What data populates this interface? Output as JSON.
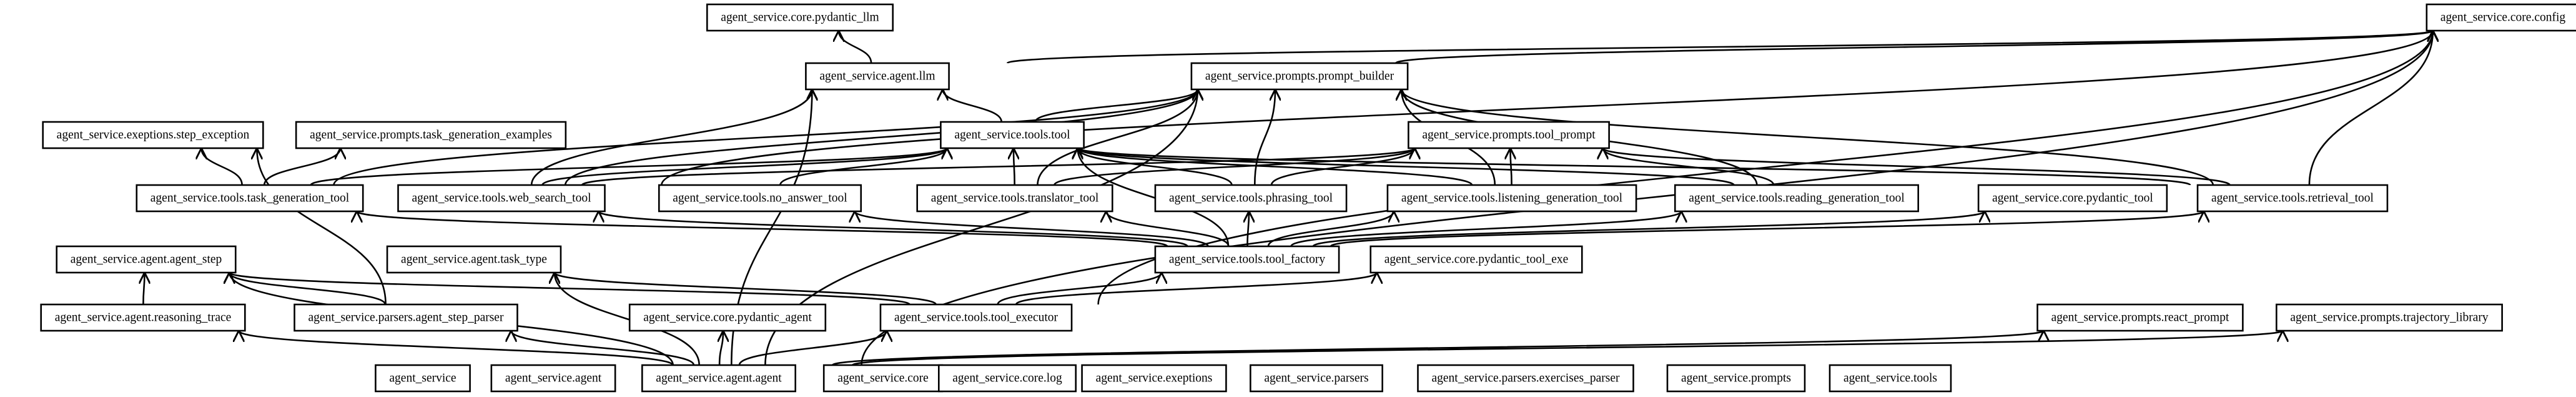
{
  "modules": {
    "agent_service": "agent_service",
    "agent_service_agent": "agent_service.agent",
    "agent_service_agent_agent": "agent_service.agent.agent",
    "agent_service_agent_agent_step": "agent_service.agent.agent_step",
    "agent_service_agent_llm": "agent_service.agent.llm",
    "agent_service_agent_reasoning_trace": "agent_service.agent.reasoning_trace",
    "agent_service_agent_task_type": "agent_service.agent.task_type",
    "agent_service_core": "agent_service.core",
    "agent_service_core_config": "agent_service.core.config",
    "agent_service_core_log": "agent_service.core.log",
    "agent_service_core_pydantic_agent": "agent_service.core.pydantic_agent",
    "agent_service_core_pydantic_llm": "agent_service.core.pydantic_llm",
    "agent_service_core_pydantic_tool": "agent_service.core.pydantic_tool",
    "agent_service_core_pydantic_tool_exe": "agent_service.core.pydantic_tool_exe",
    "agent_service_exeptions": "agent_service.exeptions",
    "agent_service_exeptions_step_exception": "agent_service.exeptions.step_exception",
    "agent_service_parsers": "agent_service.parsers",
    "agent_service_parsers_agent_step_parser": "agent_service.parsers.agent_step_parser",
    "agent_service_parsers_exercises_parser": "agent_service.parsers.exercises_parser",
    "agent_service_prompts": "agent_service.prompts",
    "agent_service_prompts_prompt_builder": "agent_service.prompts.prompt_builder",
    "agent_service_prompts_react_prompt": "agent_service.prompts.react_prompt",
    "agent_service_prompts_task_generation_examples": "agent_service.prompts.task_generation_examples",
    "agent_service_prompts_tool_prompt": "agent_service.prompts.tool_prompt",
    "agent_service_prompts_trajectory_library": "agent_service.prompts.trajectory_library",
    "agent_service_tools": "agent_service.tools",
    "agent_service_tools_listening_generation_tool": "agent_service.tools.listening_generation_tool",
    "agent_service_tools_no_answer_tool": "agent_service.tools.no_answer_tool",
    "agent_service_tools_phrasing_tool": "agent_service.tools.phrasing_tool",
    "agent_service_tools_reading_generation_tool": "agent_service.tools.reading_generation_tool",
    "agent_service_tools_retrieval_tool": "agent_service.tools.retrieval_tool",
    "agent_service_tools_task_generation_tool": "agent_service.tools.task_generation_tool",
    "agent_service_tools_tool": "agent_service.tools.tool",
    "agent_service_tools_tool_executor": "agent_service.tools.tool_executor",
    "agent_service_tools_tool_factory": "agent_service.tools.tool_factory",
    "agent_service_tools_translator_tool": "agent_service.tools.translator_tool",
    "agent_service_tools_web_search_tool": "agent_service.tools.web_search_tool"
  },
  "imports": [
    [
      "agent_service_agent_agent",
      "agent_service_agent_agent_step"
    ],
    [
      "agent_service_agent_agent",
      "agent_service_agent_llm"
    ],
    [
      "agent_service_agent_agent",
      "agent_service_agent_reasoning_trace"
    ],
    [
      "agent_service_agent_agent",
      "agent_service_agent_task_type"
    ],
    [
      "agent_service_agent_agent",
      "agent_service_core_config"
    ],
    [
      "agent_service_agent_agent",
      "agent_service_core_pydantic_agent"
    ],
    [
      "agent_service_agent_agent",
      "agent_service_parsers_agent_step_parser"
    ],
    [
      "agent_service_agent_agent",
      "agent_service_prompts_prompt_builder"
    ],
    [
      "agent_service_agent_agent",
      "agent_service_prompts_react_prompt"
    ],
    [
      "agent_service_agent_agent",
      "agent_service_prompts_trajectory_library"
    ],
    [
      "agent_service_agent_agent",
      "agent_service_tools_tool_executor"
    ],
    [
      "agent_service_agent_llm",
      "agent_service_core_config"
    ],
    [
      "agent_service_agent_llm",
      "agent_service_core_pydantic_llm"
    ],
    [
      "agent_service_agent_reasoning_trace",
      "agent_service_agent_agent_step"
    ],
    [
      "agent_service_parsers_agent_step_parser",
      "agent_service_agent_agent_step"
    ],
    [
      "agent_service_parsers_agent_step_parser",
      "agent_service_exeptions_step_exception"
    ],
    [
      "agent_service_prompts_prompt_builder",
      "agent_service_core_config"
    ],
    [
      "agent_service_tools_listening_generation_tool",
      "agent_service_prompts_prompt_builder"
    ],
    [
      "agent_service_tools_listening_generation_tool",
      "agent_service_prompts_tool_prompt"
    ],
    [
      "agent_service_tools_listening_generation_tool",
      "agent_service_tools_tool"
    ],
    [
      "agent_service_tools_no_answer_tool",
      "agent_service_tools_tool"
    ],
    [
      "agent_service_tools_phrasing_tool",
      "agent_service_prompts_prompt_builder"
    ],
    [
      "agent_service_tools_phrasing_tool",
      "agent_service_prompts_tool_prompt"
    ],
    [
      "agent_service_tools_phrasing_tool",
      "agent_service_tools_tool"
    ],
    [
      "agent_service_tools_reading_generation_tool",
      "agent_service_prompts_prompt_builder"
    ],
    [
      "agent_service_tools_reading_generation_tool",
      "agent_service_prompts_tool_prompt"
    ],
    [
      "agent_service_tools_reading_generation_tool",
      "agent_service_tools_tool"
    ],
    [
      "agent_service_tools_retrieval_tool",
      "agent_service_core_config"
    ],
    [
      "agent_service_tools_retrieval_tool",
      "agent_service_prompts_prompt_builder"
    ],
    [
      "agent_service_tools_retrieval_tool",
      "agent_service_prompts_tool_prompt"
    ],
    [
      "agent_service_tools_retrieval_tool",
      "agent_service_tools_tool"
    ],
    [
      "agent_service_tools_task_generation_tool",
      "agent_service_exeptions_step_exception"
    ],
    [
      "agent_service_tools_task_generation_tool",
      "agent_service_prompts_task_generation_examples"
    ],
    [
      "agent_service_tools_task_generation_tool",
      "agent_service_prompts_prompt_builder"
    ],
    [
      "agent_service_tools_task_generation_tool",
      "agent_service_tools_tool"
    ],
    [
      "agent_service_tools_tool",
      "agent_service_agent_llm"
    ],
    [
      "agent_service_tools_tool",
      "agent_service_prompts_prompt_builder"
    ],
    [
      "agent_service_tools_tool_executor",
      "agent_service_agent_agent_step"
    ],
    [
      "agent_service_tools_tool_executor",
      "agent_service_agent_task_type"
    ],
    [
      "agent_service_tools_tool_executor",
      "agent_service_core_config"
    ],
    [
      "agent_service_tools_tool_executor",
      "agent_service_core_pydantic_tool_exe"
    ],
    [
      "agent_service_tools_tool_executor",
      "agent_service_tools_tool_factory"
    ],
    [
      "agent_service_tools_tool_factory",
      "agent_service_core_pydantic_tool"
    ],
    [
      "agent_service_tools_tool_factory",
      "agent_service_tools_listening_generation_tool"
    ],
    [
      "agent_service_tools_tool_factory",
      "agent_service_tools_no_answer_tool"
    ],
    [
      "agent_service_tools_tool_factory",
      "agent_service_tools_phrasing_tool"
    ],
    [
      "agent_service_tools_tool_factory",
      "agent_service_tools_reading_generation_tool"
    ],
    [
      "agent_service_tools_tool_factory",
      "agent_service_tools_retrieval_tool"
    ],
    [
      "agent_service_tools_tool_factory",
      "agent_service_tools_task_generation_tool"
    ],
    [
      "agent_service_tools_tool_factory",
      "agent_service_tools_tool"
    ],
    [
      "agent_service_tools_tool_factory",
      "agent_service_tools_translator_tool"
    ],
    [
      "agent_service_tools_tool_factory",
      "agent_service_tools_web_search_tool"
    ],
    [
      "agent_service_tools_translator_tool",
      "agent_service_prompts_prompt_builder"
    ],
    [
      "agent_service_tools_translator_tool",
      "agent_service_prompts_tool_prompt"
    ],
    [
      "agent_service_tools_translator_tool",
      "agent_service_tools_tool"
    ],
    [
      "agent_service_tools_web_search_tool",
      "agent_service_core_config"
    ],
    [
      "agent_service_tools_web_search_tool",
      "agent_service_agent_llm"
    ],
    [
      "agent_service_tools_web_search_tool",
      "agent_service_prompts_prompt_builder"
    ],
    [
      "agent_service_tools_web_search_tool",
      "agent_service_prompts_tool_prompt"
    ],
    [
      "agent_service_tools_web_search_tool",
      "agent_service_tools_tool"
    ]
  ]
}
